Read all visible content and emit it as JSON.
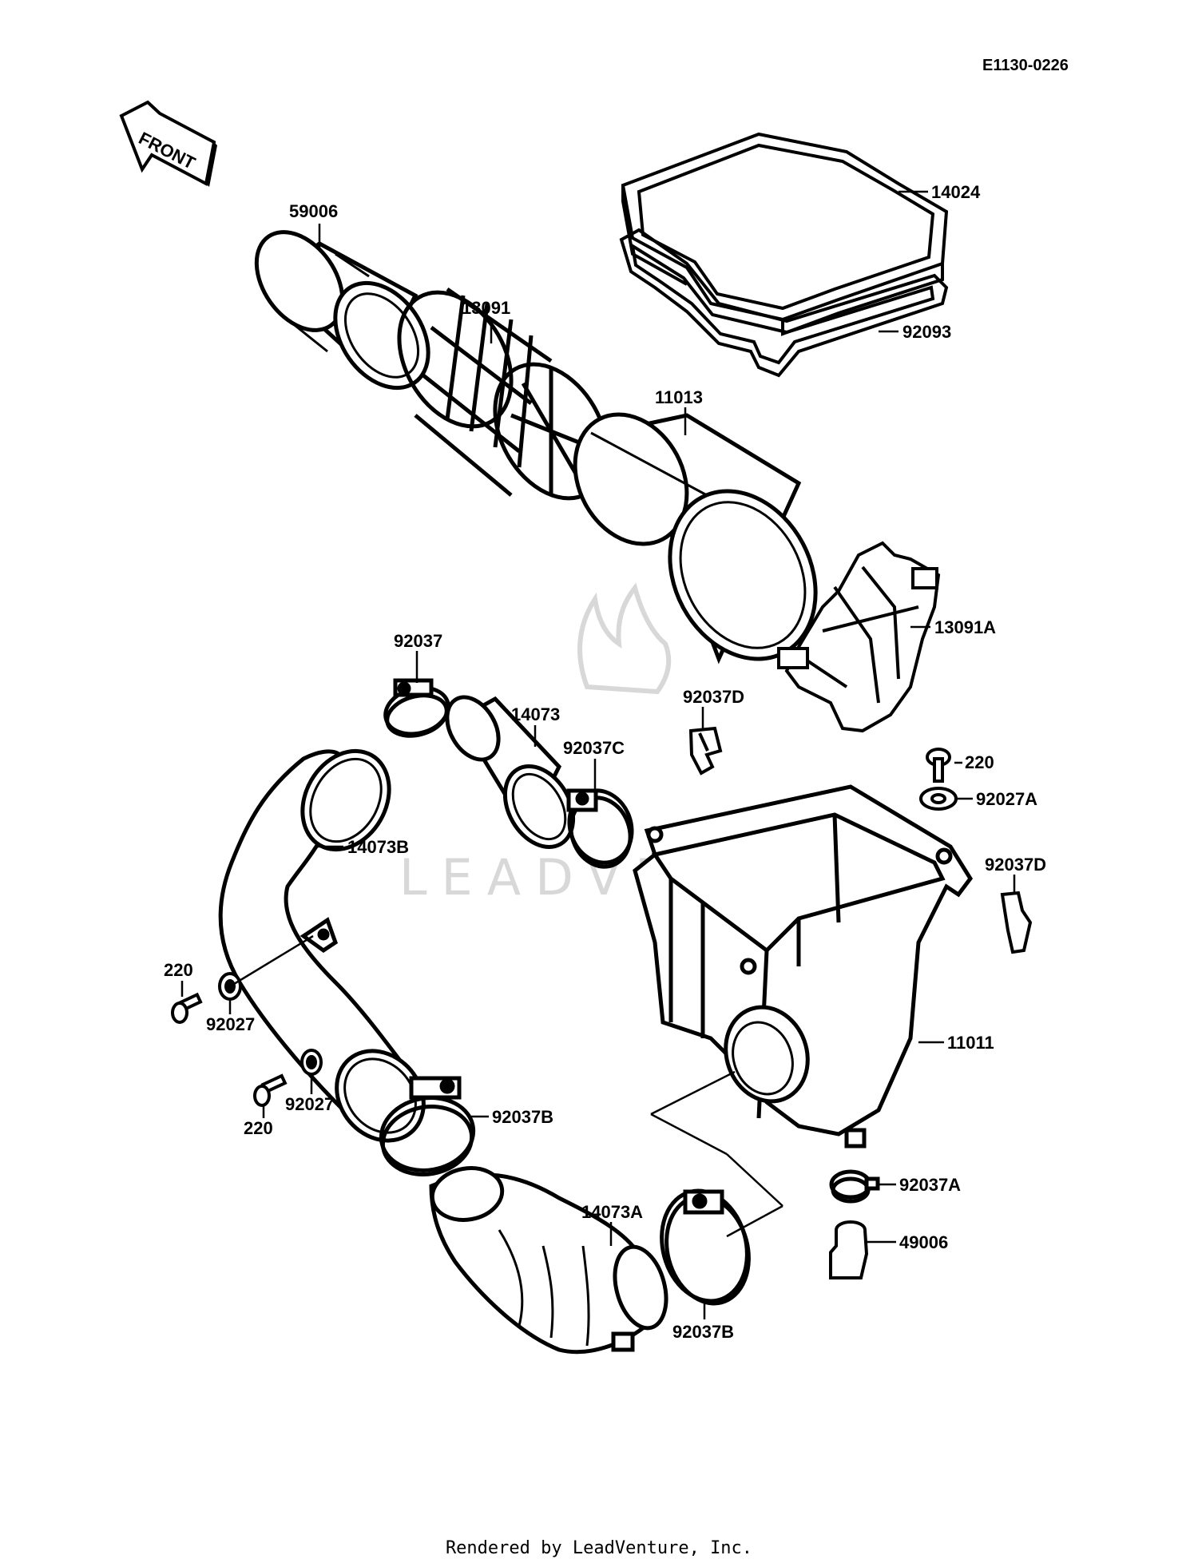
{
  "diagram_code": "E1130-0226",
  "front_arrow_label": "FRONT",
  "watermark": "LEADVENTURE",
  "footer": "Rendered by LeadVenture, Inc.",
  "parts": {
    "p14024": "14024",
    "p92093": "92093",
    "p59006": "59006",
    "p13091": "13091",
    "p11013": "11013",
    "p13091A": "13091A",
    "p92037_top": "92037",
    "p14073": "14073",
    "p92037C": "92037C",
    "p92037D_top": "92037D",
    "p220_right": "220",
    "p92027A": "92027A",
    "p92037D_right": "92037D",
    "p14073B": "14073B",
    "p220_left_top": "220",
    "p92027_left_top": "92027",
    "p92027_left_bottom": "92027",
    "p220_left_bottom": "220",
    "p11011": "11011",
    "p92037B_upper": "92037B",
    "p92037A": "92037A",
    "p14073A": "14073A",
    "p49006": "49006",
    "p92037B_lower": "92037B"
  }
}
